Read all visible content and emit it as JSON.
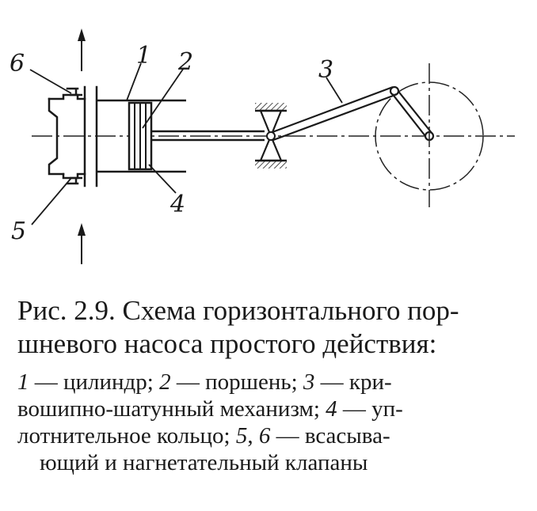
{
  "labels": {
    "l1": "1",
    "l2": "2",
    "l3": "3",
    "l4": "4",
    "l5": "5",
    "l6": "6"
  },
  "caption": {
    "title_line1": "Рис. 2.9. Схема горизонтального пор-",
    "title_line2": "шневого насоса простого действия:",
    "line1": {
      "n1": "1",
      "t1": " — цилиндр; ",
      "n2": "2",
      "t2": " — поршень; ",
      "n3": "3",
      "t3": " — кри-"
    },
    "line2": {
      "t1": "вошипно-шатунный механизм; ",
      "n4": "4",
      "t2": " — уп-"
    },
    "line3": {
      "t1": "лотнительное кольцо; ",
      "n5": "5",
      "t2": ", ",
      "n6": "6",
      "t3": " — всасыва-"
    },
    "line4": "ющий и нагнетательный клапаны"
  }
}
